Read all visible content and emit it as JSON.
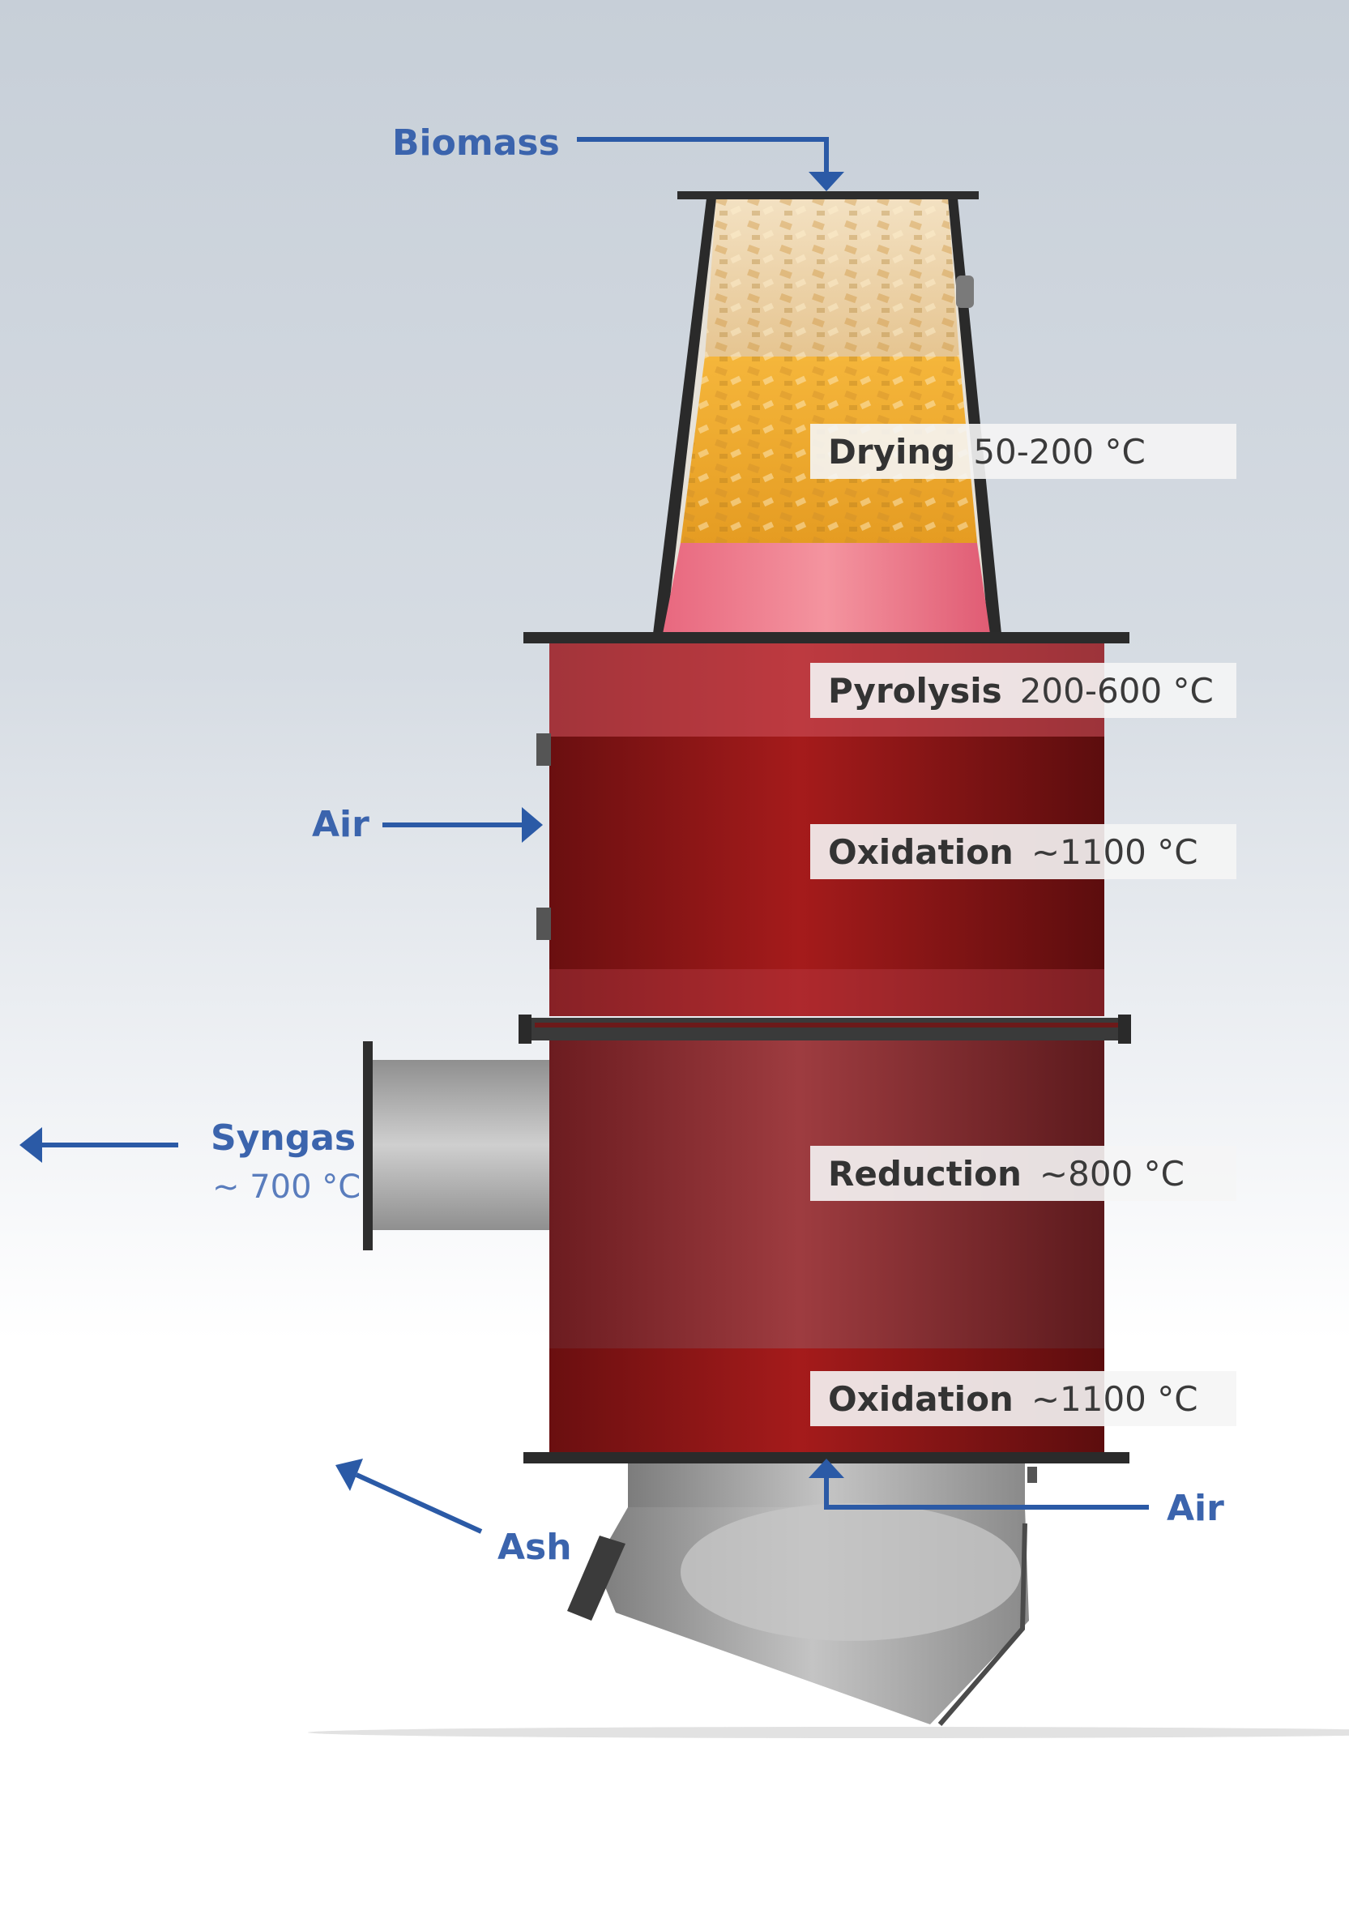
{
  "flows": {
    "biomass": "Biomass",
    "air_side": "Air",
    "syngas": "Syngas",
    "syngas_temp": "~ 700 °C",
    "ash": "Ash",
    "air_bottom": "Air"
  },
  "zones": [
    {
      "name": "Drying",
      "temp": "50-200 °C"
    },
    {
      "name": "Pyrolysis",
      "temp": "200-600 °C"
    },
    {
      "name": "Oxidation",
      "temp": "~1100 °C"
    },
    {
      "name": "Reduction",
      "temp": "~800 °C"
    },
    {
      "name": "Oxidation",
      "temp": "~1100 °C"
    }
  ],
  "colors": {
    "arrow": "#2b5aa6",
    "label": "#3b64ad",
    "reactor_red": "#9c1a1a",
    "steel": "#a9a9a9",
    "wood_chips": "#f0b43a",
    "pyrolysis_pink": "#ee7d92"
  }
}
